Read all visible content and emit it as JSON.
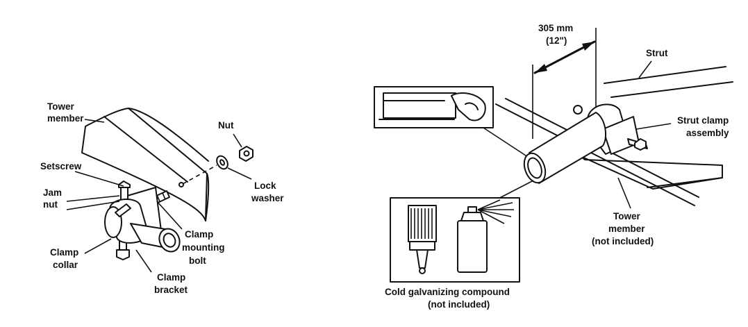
{
  "left_diagram": {
    "tower_member": [
      "Tower",
      "member"
    ],
    "nut": "Nut",
    "setscrew": "Setscrew",
    "jam_nut": [
      "Jam",
      "nut"
    ],
    "lock_washer": [
      "Lock",
      "washer"
    ],
    "clamp_mounting_bolt": [
      "Clamp",
      "mounting",
      "bolt"
    ],
    "clamp_collar": [
      "Clamp",
      "collar"
    ],
    "clamp_bracket": [
      "Clamp",
      "bracket"
    ]
  },
  "right_diagram": {
    "dimension": [
      "305 mm",
      "(12\")"
    ],
    "strut": "Strut",
    "strut_clamp_assembly": [
      "Strut clamp",
      "assembly"
    ],
    "tower_member": [
      "Tower",
      "member",
      "(not included)"
    ],
    "cold_galvanizing": [
      "Cold galvanizing compound",
      "(not included)"
    ]
  }
}
